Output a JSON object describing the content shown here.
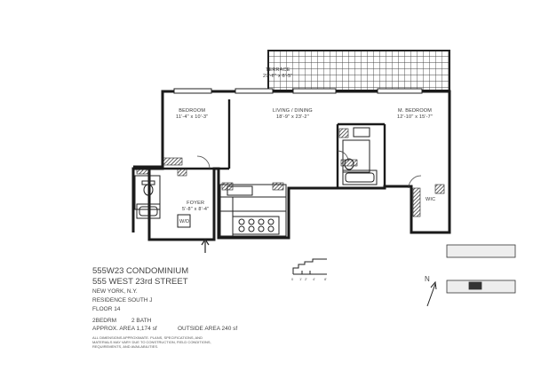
{
  "rooms": {
    "terrace": {
      "name": "TERRACE",
      "dims": "29'-6\" x 6'-5\""
    },
    "bedroom": {
      "name": "BEDROOM",
      "dims": "11'-4\" x 10'-3\""
    },
    "living": {
      "name": "LIVING / DINING",
      "dims": "18'-9\" x 23'-2\""
    },
    "master": {
      "name": "M. BEDROOM",
      "dims": "12'-10\" x 15'-7\""
    },
    "foyer": {
      "name": "FOYER",
      "dims": "5'-8\" x 8'-4\""
    },
    "wd": "W/D",
    "wic": "WIC"
  },
  "building": {
    "name": "555W23 CONDOMINIUM",
    "address": "555 WEST 23rd STREET",
    "city": "NEW YORK, N.Y.",
    "residence": "RESIDENCE SOUTH J",
    "floor": "FLOOR 14"
  },
  "unit": {
    "beds": "2BEDRM",
    "baths": "2 BATH",
    "area_label": "APPROX. AREA 1,174 sf",
    "outside_label": "OUTSIDE AREA 240 sf"
  },
  "disclaimer": [
    "ALL DIMENSIONS APPROXIMATE. PLANS, SPECIFICATIONS, AND",
    "MATERIALS MAY VARY DUE TO CONSTRUCTION, FIELD CONDITIONS,",
    "REQUIREMENTS, AND AVAILABILITIES."
  ],
  "scale_labels": [
    "0",
    "1'",
    "2'",
    "4'",
    "8'"
  ],
  "north_label": "N"
}
